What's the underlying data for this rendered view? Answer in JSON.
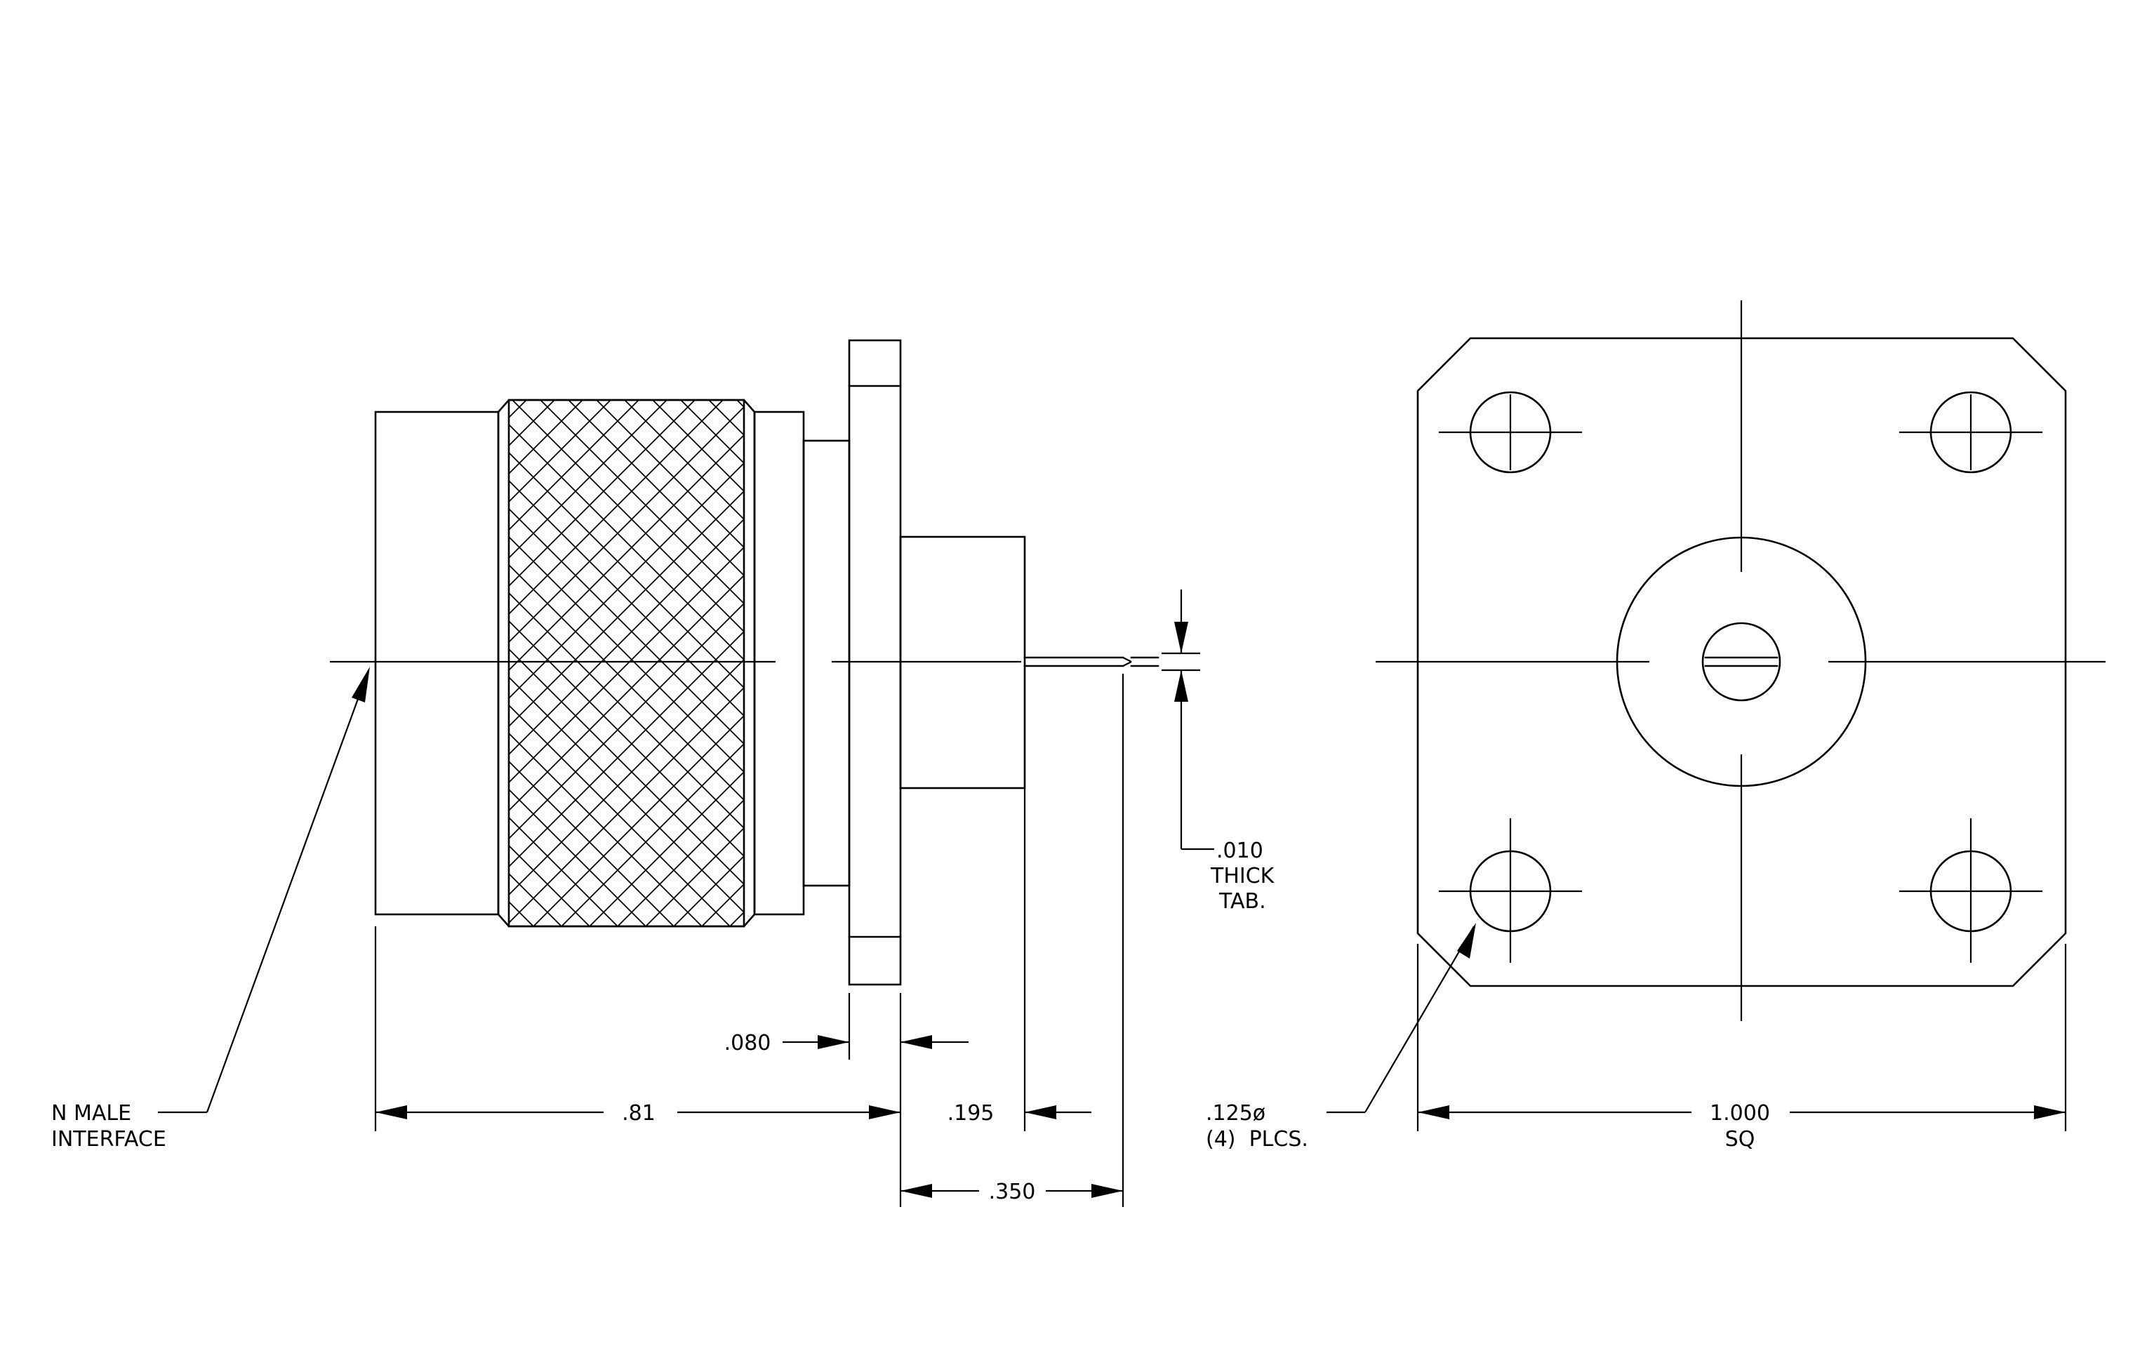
{
  "drawing": {
    "labels": {
      "interface_line1": "N MALE",
      "interface_line2": "INTERFACE",
      "dim_overall": ".81",
      "dim_flange": ".080",
      "dim_body": ".195",
      "dim_tab": ".350",
      "tab_line1": ".010",
      "tab_line2": "THICK",
      "tab_line3": "TAB.",
      "hole_line1": ".125ø",
      "hole_line2": "(4)  PLCS.",
      "square_line1": "1.000",
      "square_line2": "SQ"
    }
  }
}
